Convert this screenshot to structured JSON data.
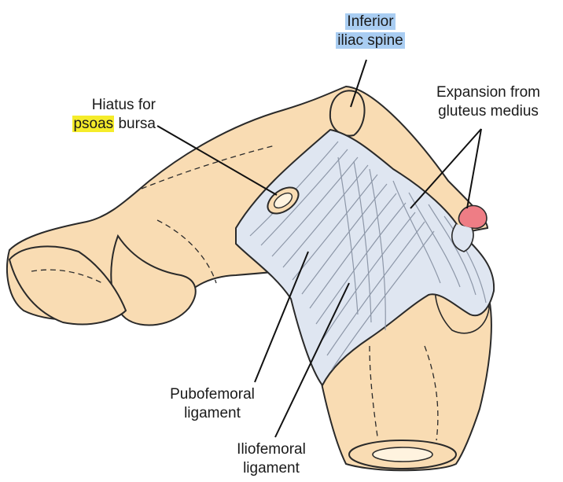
{
  "labels": {
    "inferior_iliac_spine": {
      "line1": "Inferior",
      "line2": "iliac spine"
    },
    "hiatus_psoas_bursa": {
      "line1": "Hiatus for",
      "line2_highlight": "psoas",
      "line2_rest": " bursa"
    },
    "expansion_gluteus_medius": {
      "line1": "Expansion from",
      "line2": "gluteus medius"
    },
    "pubofemoral_ligament": {
      "line1": "Pubofemoral",
      "line2": "ligament"
    },
    "iliofemoral_ligament": {
      "line1": "Iliofemoral",
      "line2": "ligament"
    }
  },
  "colors": {
    "bone": "#f9dcb3",
    "bone_outline": "#2a2a2a",
    "ligament": "#dfe6f1",
    "ligament_stripe": "#8d97a8",
    "gluteus_expansion": "#ee7d85",
    "highlight_blue": "#a9cdf2",
    "highlight_yellow": "#f5ec2a"
  }
}
